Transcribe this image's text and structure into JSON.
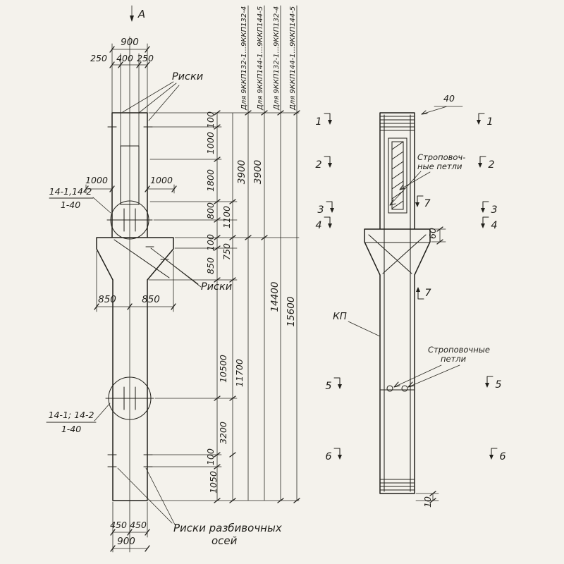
{
  "palette": {
    "paper": "#f4f2ec",
    "ink": "#21201b"
  },
  "view_arrow": {
    "label": "А"
  },
  "left": {
    "labels": {
      "riski_top": "Риски",
      "riski_mid": "Риски",
      "riski_axes_1": "Риски разбивочных",
      "riski_axes_2": "осей",
      "detail1_num": "14-1,14-2",
      "detail1_sheet": "1-40",
      "detail2_num": "14-1; 14-2",
      "detail2_sheet": "1-40"
    },
    "series": [
      "Для 9ККП132-1...9ККП132-4",
      "Для 9ККП144-1...9ККП144-5",
      "Для 9ККП132-1...9ККП132-4",
      "Для 9ККП144-1...9ККП144-5"
    ],
    "h": {
      "t900": "900",
      "t250l": "250",
      "t400": "400",
      "t250r": "250",
      "m1000l": "1000",
      "m1000r": "1000",
      "c850l": "850",
      "c850r": "850",
      "b450l": "450",
      "b450r": "450",
      "b900": "900"
    },
    "v": {
      "a100": "100",
      "a1000": "1000",
      "a1800": "1800",
      "a800": "800",
      "a1100": "1100",
      "b100": "100",
      "a750": "750",
      "a850": "850",
      "t3900a": "3900",
      "t3900b": "3900",
      "t14400": "14400",
      "t15600": "15600",
      "m10500": "10500",
      "m11700": "11700",
      "m3200": "3200",
      "c100": "100",
      "m1050": "1050"
    }
  },
  "right": {
    "labels": {
      "strop_u1": "Строповоч-",
      "strop_u2": "ные петли",
      "strop_l1": "Строповочные",
      "strop_l2": "петли",
      "kp": "КП"
    },
    "dims": {
      "d40": "40",
      "d60": "60",
      "d10": "10"
    },
    "sec": {
      "s1": "1",
      "s2": "2",
      "s3": "3",
      "s4": "4",
      "s5": "5",
      "s6": "6",
      "s7": "7"
    }
  }
}
